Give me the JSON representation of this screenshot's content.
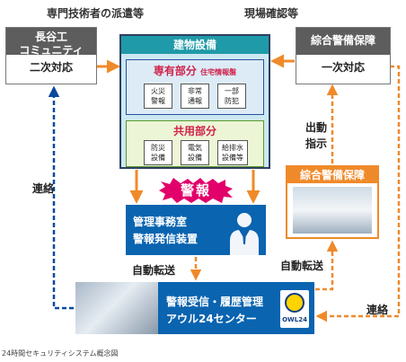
{
  "top_labels": {
    "dispatch_experts": "専門技術者の派遣等",
    "site_check": "現場確認等"
  },
  "hasetech": {
    "title_line1": "長谷工",
    "title_line2": "コミュニティ",
    "role": "二次対応"
  },
  "security_top": {
    "title": "綜合警備保障",
    "role": "一次対応"
  },
  "building": {
    "title": "建物設備",
    "private": {
      "title": "専有部分",
      "subtitle": "住宅情報盤",
      "items": [
        {
          "line1": "火災",
          "line2": "警報"
        },
        {
          "line1": "非常",
          "line2": "通報"
        },
        {
          "line1": "一部",
          "line2": "防犯"
        }
      ]
    },
    "common": {
      "title": "共用部分",
      "items": [
        {
          "line1": "防災",
          "line2": "設備"
        },
        {
          "line1": "電気",
          "line2": "設備"
        },
        {
          "line1": "給排水",
          "line2": "設備等"
        }
      ]
    }
  },
  "alarm": "警報",
  "office": {
    "line1": "管理事務室",
    "line2": "警報発信装置"
  },
  "owl_center": {
    "line1": "警報受信・履歴管理",
    "line2": "アウル24センター",
    "badge": "OWL24"
  },
  "security_field": {
    "title": "綜合警備保障"
  },
  "flow_labels": {
    "dispatch_line1": "出動",
    "dispatch_line2": "指示",
    "auto_transfer_left": "自動転送",
    "auto_transfer_right": "自動転送",
    "contact_left": "連絡",
    "contact_right": "連絡"
  },
  "caption": "24時間セキュリティシステム概念図",
  "colors": {
    "flow_arrow": "#ef8a2a",
    "contact_arrow": "#0a4a9c",
    "building_header": "#1f9aa8",
    "alarm_burst": "#e2006a",
    "center_blue": "#0a64b0"
  }
}
